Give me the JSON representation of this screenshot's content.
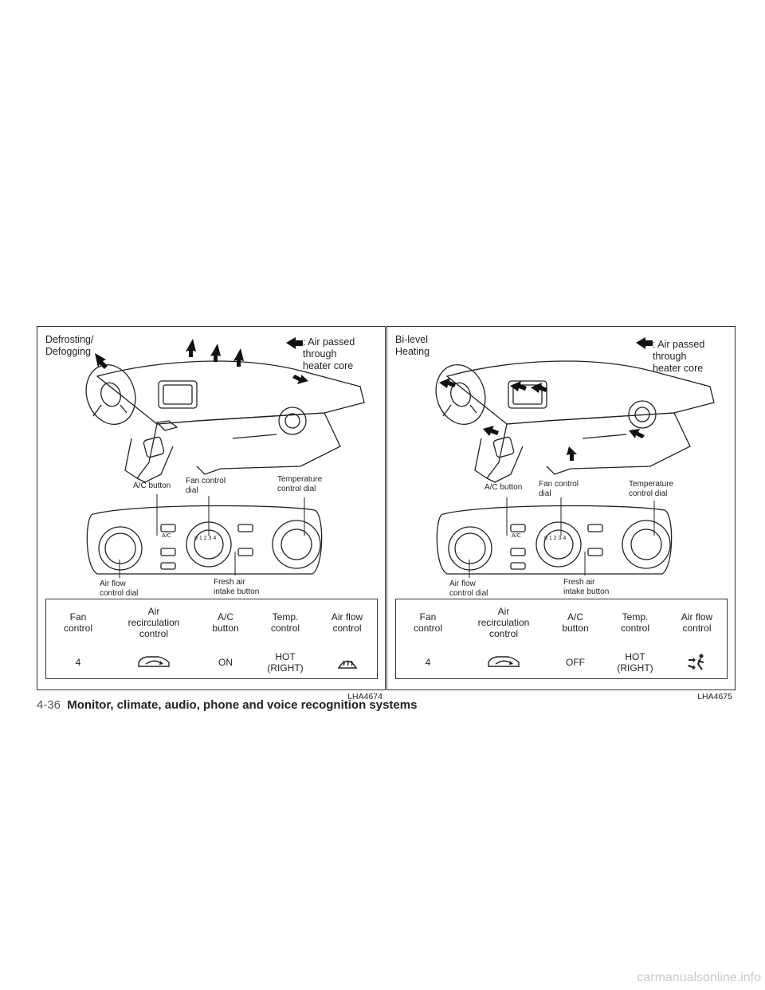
{
  "panels": [
    {
      "mode_label": "Defrosting/\nDefogging",
      "legend_text": ": Air passed\n   through\n   heater core",
      "callouts": {
        "ac_button": "A/C button",
        "fan_control_dial": "Fan control\ndial",
        "temperature_control_dial": "Temperature\ncontrol dial",
        "air_flow_control_dial": "Air flow\ncontrol dial",
        "fresh_air_intake_button": "Fresh air\nintake button",
        "ac_panel_label": "A/C",
        "fan_numbers": "0 1 2 3 4"
      },
      "table": {
        "headers": [
          "Fan\ncontrol",
          "Air\nrecirculation\ncontrol",
          "A/C\nbutton",
          "Temp.\ncontrol",
          "Air flow\ncontrol"
        ],
        "values": [
          "4",
          "",
          "ON",
          "HOT\n(RIGHT)",
          ""
        ],
        "recirc_icon": "recirculation-car-icon",
        "airflow_icon": "defroster-icon"
      },
      "figure_id": "LHA4674"
    },
    {
      "mode_label": "Bi-level\nHeating",
      "legend_text": ": Air passed\n   through\n   heater core",
      "callouts": {
        "ac_button": "A/C button",
        "fan_control_dial": "Fan control\ndial",
        "temperature_control_dial": "Temperature\ncontrol dial",
        "air_flow_control_dial": "Air flow\ncontrol dial",
        "fresh_air_intake_button": "Fresh air\nintake button",
        "ac_panel_label": "A/C",
        "fan_numbers": "0 1 2 3 4"
      },
      "table": {
        "headers": [
          "Fan\ncontrol",
          "Air\nrecirculation\ncontrol",
          "A/C\nbutton",
          "Temp.\ncontrol",
          "Air flow\ncontrol"
        ],
        "values": [
          "4",
          "",
          "OFF",
          "HOT\n(RIGHT)",
          ""
        ],
        "recirc_icon": "recirculation-car-icon",
        "airflow_icon": "bi-level-icon"
      },
      "figure_id": "LHA4675"
    }
  ],
  "footer": {
    "page_number": "4-36",
    "section_title": "Monitor, climate, audio, phone and voice recognition systems"
  },
  "watermark": "carmanualsonline.info"
}
